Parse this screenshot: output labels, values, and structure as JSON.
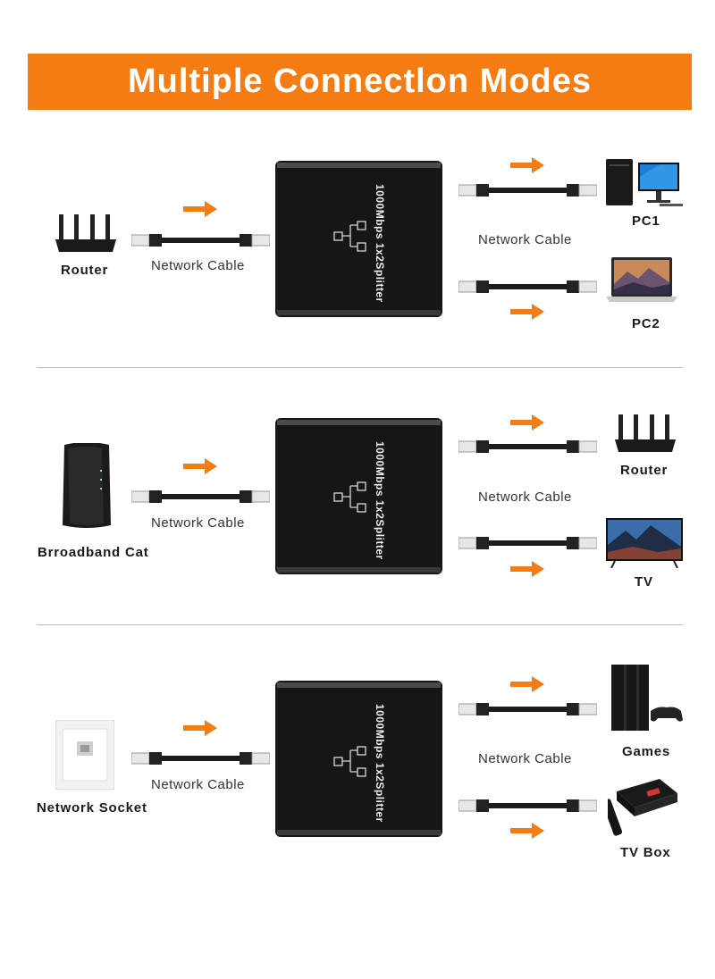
{
  "title": "Multiple Connectlon Modes",
  "splitter_label": "1000Mbps 1x2Splitter",
  "cable_label": "Network Cable",
  "colors": {
    "accent": "#f57c12",
    "device": "#161616",
    "cable": "#1c1c1c"
  },
  "sections": [
    {
      "source": "Router",
      "outputs": [
        "PC1",
        "PC2"
      ]
    },
    {
      "source": "Brroadband Cat",
      "outputs": [
        "Router",
        "TV"
      ]
    },
    {
      "source": "Network Socket",
      "outputs": [
        "Games",
        "TV Box"
      ]
    }
  ]
}
